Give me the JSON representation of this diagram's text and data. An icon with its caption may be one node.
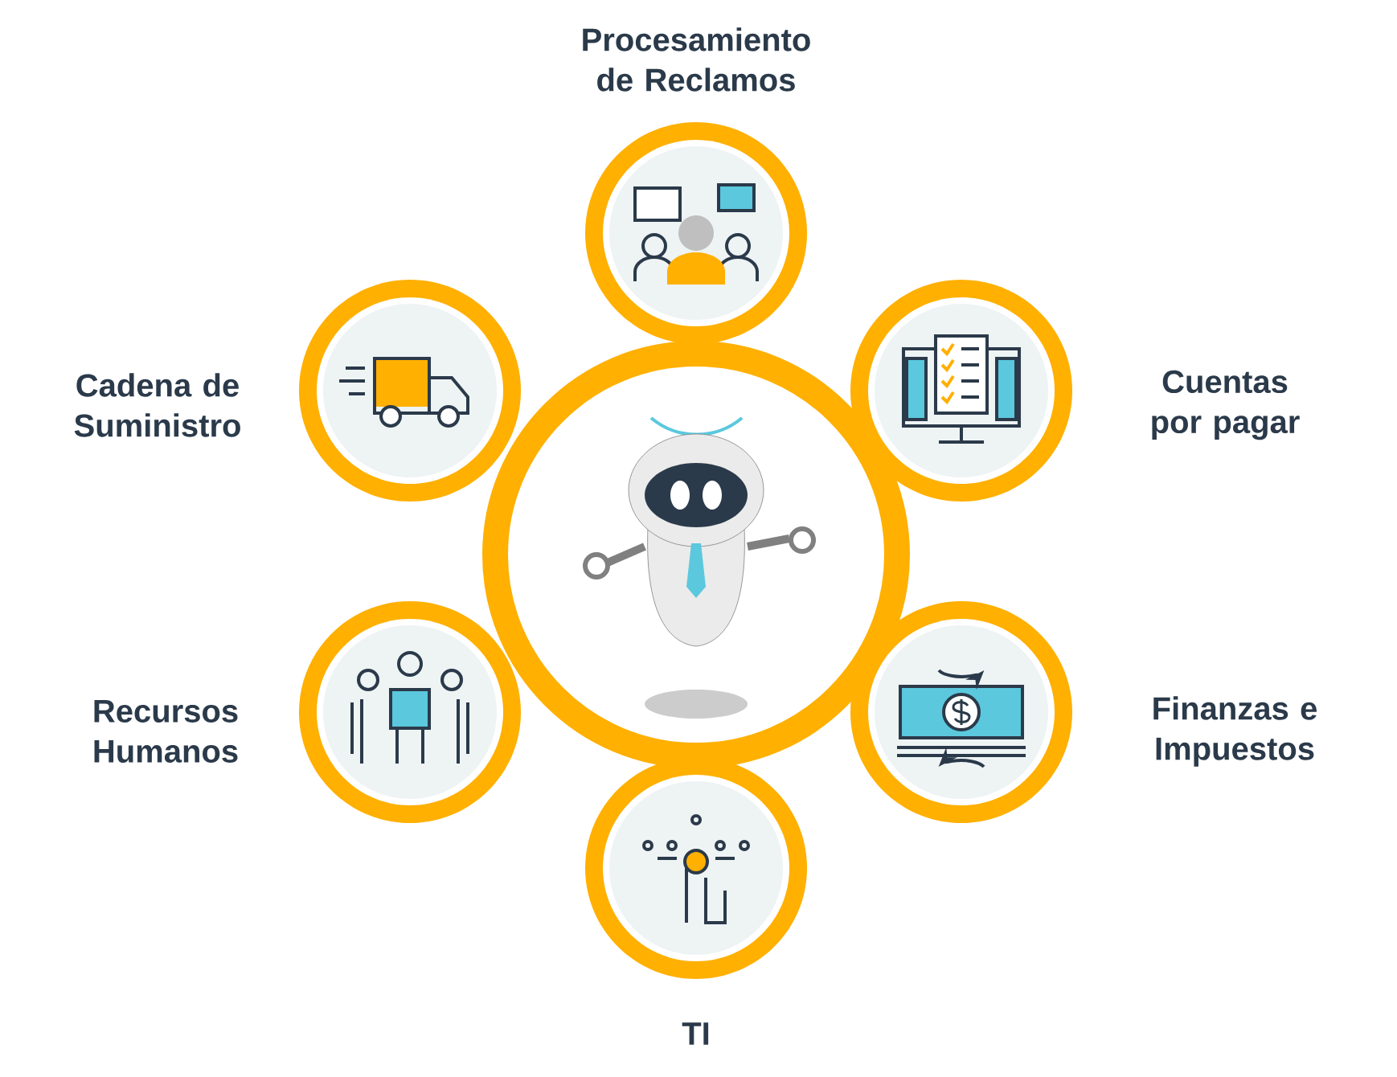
{
  "diagram": {
    "nodes": [
      {
        "text": [
          "Procesamiento de Reclamos"
        ]
      },
      {
        "text": [
          "Cadena de Suministro"
        ]
      },
      {
        "text": [
          "Cuentas por pagar"
        ]
      },
      {
        "text": [
          "Recursos Humanos"
        ]
      },
      {
        "text": [
          "Finanzas e Impuestos"
        ]
      },
      {
        "text": [
          "TI"
        ]
      }
    ]
  }
}
